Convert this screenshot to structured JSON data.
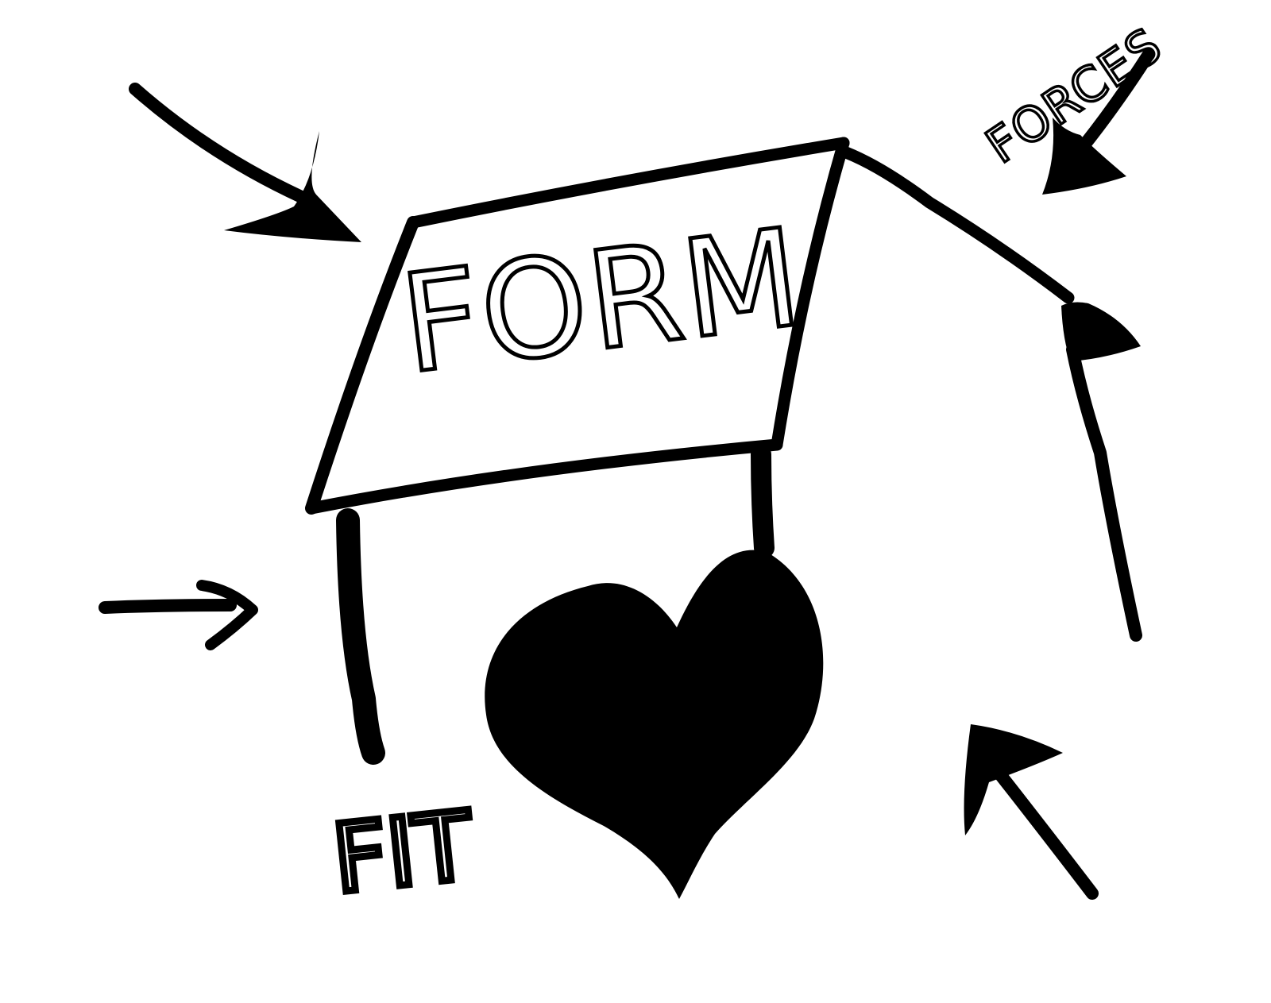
{
  "colors": {
    "ink": "#000000",
    "paper": "#ffffff"
  },
  "labels": {
    "form": "FORM",
    "fit": "FIT",
    "forces": "FORCES"
  },
  "icons": {
    "heart": "heart-icon",
    "arrows": "arrow-icon"
  }
}
